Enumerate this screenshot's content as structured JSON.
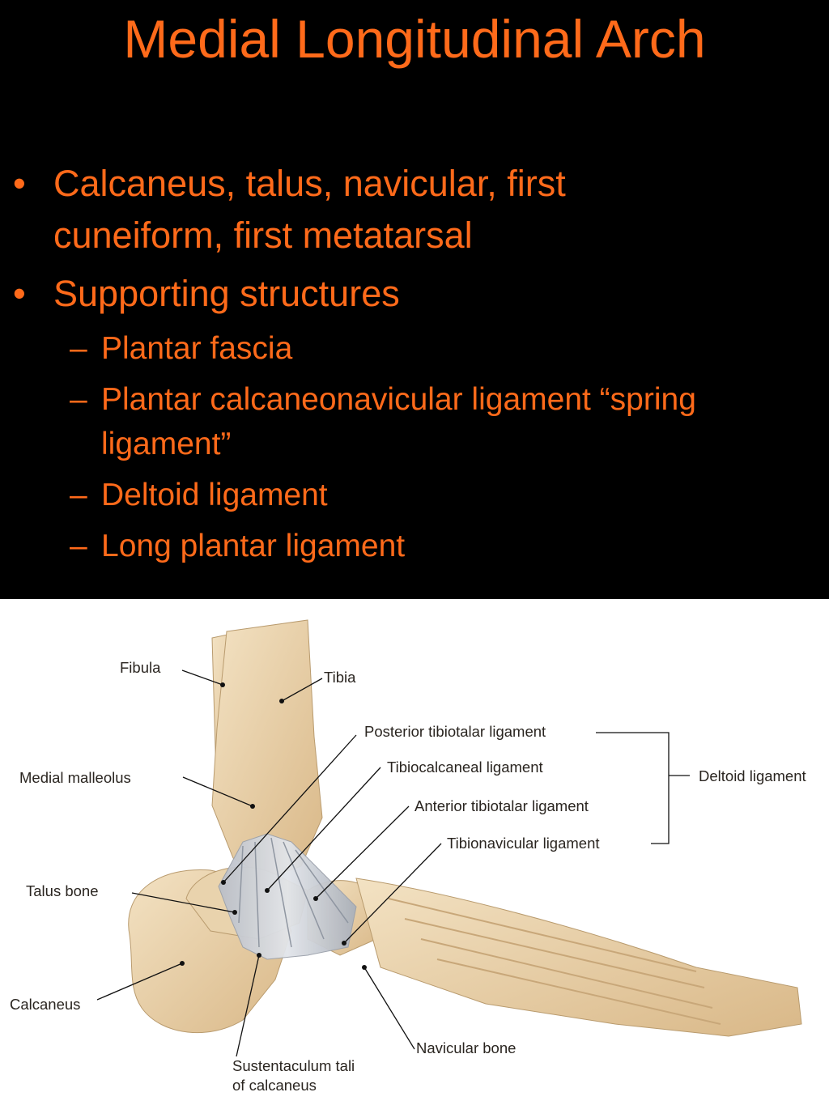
{
  "title": "Medial Longitudinal Arch",
  "bullets": [
    {
      "marker": "•",
      "text": "Calcaneus, talus, navicular, first cuneiform, first metatarsal"
    },
    {
      "marker": "•",
      "text": "Supporting structures"
    }
  ],
  "sub_bullets": [
    {
      "marker": "–",
      "text": "Plantar fascia"
    },
    {
      "marker": "–",
      "text": "Plantar calcaneonavicular ligament “spring ligament”"
    },
    {
      "marker": "–",
      "text": "Deltoid ligament"
    },
    {
      "marker": "–",
      "text": "Long plantar ligament"
    }
  ],
  "figure": {
    "labels": {
      "fibula": "Fibula",
      "tibia": "Tibia",
      "medial_malleolus": "Medial malleolus",
      "posterior_tibiotalar": "Posterior tibiotalar ligament",
      "tibiocalcaneal": "Tibiocalcaneal ligament",
      "anterior_tibiotalar": "Anterior tibiotalar ligament",
      "tibionavicular": "Tibionavicular ligament",
      "deltoid": "Deltoid ligament",
      "talus": "Talus bone",
      "calcaneus": "Calcaneus",
      "navicular": "Navicular bone",
      "sustentaculum_1": "Sustentaculum tali",
      "sustentaculum_2": "of calcaneus"
    }
  },
  "colors": {
    "text_accent": "#ff6a1a",
    "background": "#000000",
    "bone": "#e8cfa6",
    "ligament": "#c9cdd4"
  }
}
